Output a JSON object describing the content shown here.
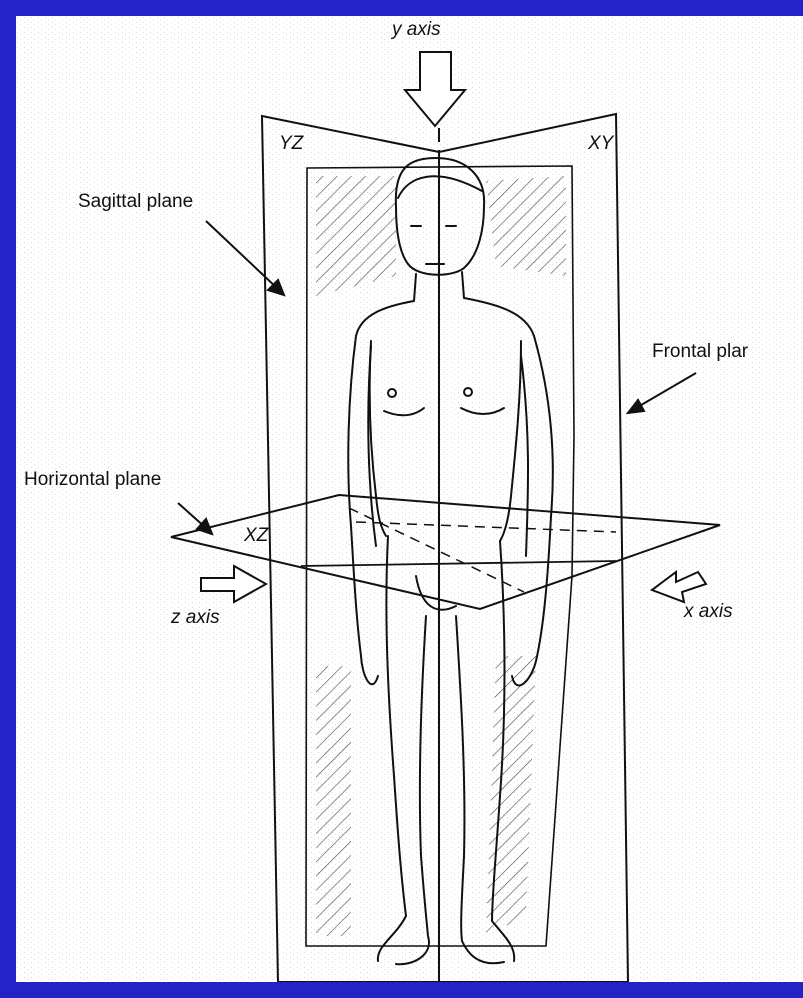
{
  "colors": {
    "frame": "#2323c8",
    "paper": "#ffffff",
    "ink": "#111111"
  },
  "labels": {
    "y_axis": "y axis",
    "yz": "YZ",
    "xy": "XY",
    "sagittal": "Sagittal plane",
    "frontal": "Frontal plar",
    "horizontal": "Horizontal plane",
    "xz": "XZ",
    "z_axis": "z axis",
    "x_axis": "x axis"
  }
}
